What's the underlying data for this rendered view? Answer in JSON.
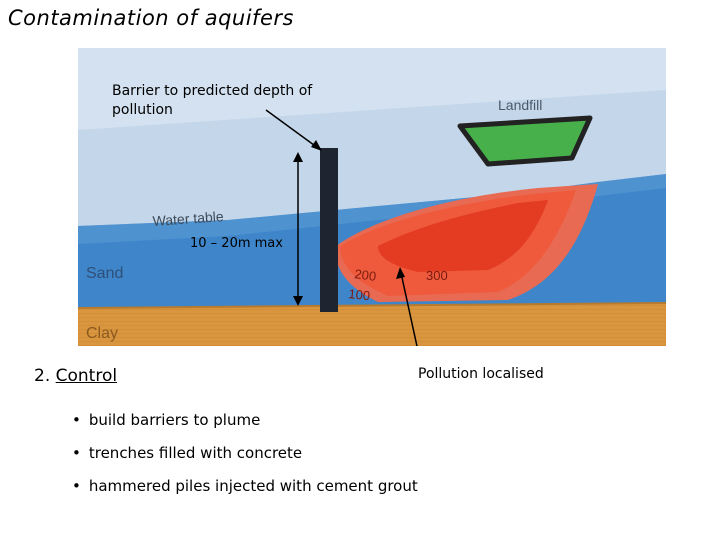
{
  "title": "Contamination of aquifers",
  "diagram": {
    "barrier_label": "Barrier to predicted depth of pollution",
    "landfill_label": "Landfill",
    "water_table_label": "Water table",
    "depth_label": "10 – 20m max",
    "sand_label": "Sand",
    "clay_label": "Clay",
    "contour_labels": [
      "200",
      "300",
      "100"
    ],
    "pollution_label": "Pollution localised",
    "colors": {
      "unsaturated": "#c4d6ea",
      "aquifer": "#3e86c9",
      "clay": "#d9963e",
      "landfill": "#47b04a",
      "plume_outer": "#e86a52",
      "plume_mid": "#ef5a3c",
      "plume_inner": "#e33c22"
    }
  },
  "section": {
    "number": "2.",
    "heading": "Control"
  },
  "bullets": [
    "build barriers to plume",
    "trenches filled with concrete",
    "hammered piles injected with cement grout"
  ]
}
